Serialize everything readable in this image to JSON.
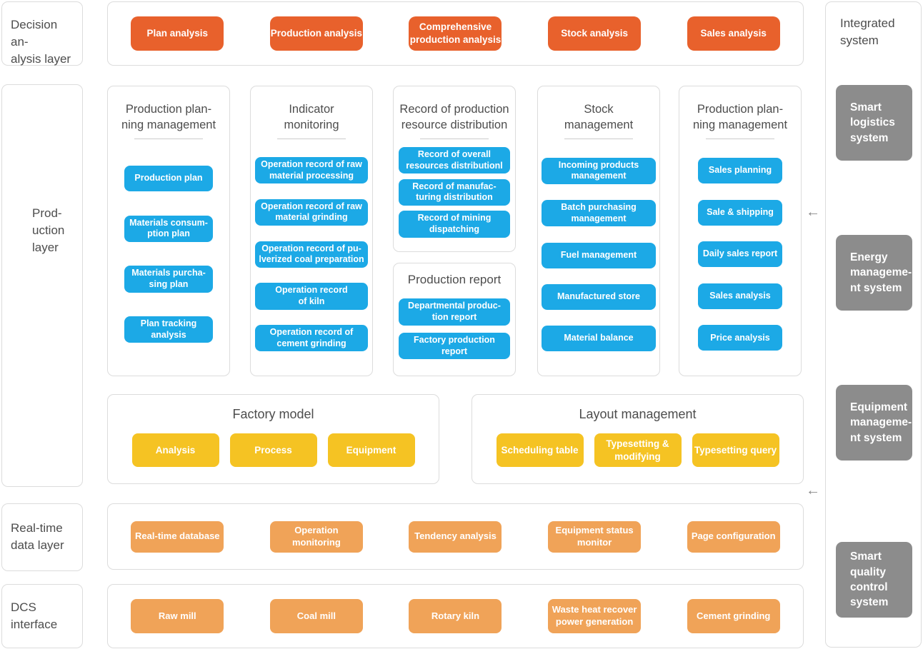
{
  "colors": {
    "decision_orange": "#E8612C",
    "production_blue": "#1CA9E6",
    "model_yellow": "#F5C323",
    "realtime_orange": "#F0A358",
    "integrated_gray": "#8C8C8C",
    "label_gray": "#4d4d4d",
    "border_gray": "#dcdcdc"
  },
  "left_layers": [
    "Decision an-\nalysis layer",
    "Prod-\nuction\nlayer",
    "Real-time\ndata layer",
    "DCS\ninterface"
  ],
  "decision_row": {
    "buttons": [
      "Plan analysis",
      "Production analysis",
      "Comprehensive\nproduction analysis",
      "Stock analysis",
      "Sales analysis"
    ]
  },
  "production_columns": [
    {
      "title": "Production plan-\nning management",
      "buttons": [
        "Production plan",
        "Materials consum-\nption plan",
        "Materials purcha-\nsing plan",
        "Plan tracking\nanalysis"
      ]
    },
    {
      "title": "Indicator\nmonitoring",
      "buttons": [
        "Operation record of raw\nmaterial processing",
        "Operation record of raw\nmaterial grinding",
        "Operation record of pu-\nlverized coal preparation",
        "Operation record\nof kiln",
        "Operation record of\ncement grinding"
      ]
    },
    {
      "title": "Record of production\nresource distribution",
      "buttons": [
        "Record of overall\nresources distributionl",
        "Record of manufac-\nturing distribution",
        "Record of mining\ndispatching"
      ]
    },
    {
      "title": "Production report",
      "buttons": [
        "Departmental produc-\ntion report",
        "Factory production\nreport"
      ]
    },
    {
      "title": "Stock\nmanagement",
      "buttons": [
        "Incoming products\nmanagement",
        "Batch purchasing\nmanagement",
        "Fuel management",
        "Manufactured store",
        "Material balance"
      ]
    },
    {
      "title": "Production plan-\nning management",
      "buttons": [
        "Sales planning",
        "Sale & shipping",
        "Daily sales report",
        "Sales analysis",
        "Price analysis"
      ]
    }
  ],
  "factory_model": {
    "title": "Factory model",
    "buttons": [
      "Analysis",
      "Process",
      "Equipment"
    ]
  },
  "layout_management": {
    "title": "Layout management",
    "buttons": [
      "Scheduling table",
      "Typesetting &\nmodifying",
      "Typesetting query"
    ]
  },
  "realtime_row": {
    "buttons": [
      "Real-time database",
      "Operation monitoring",
      "Tendency analysis",
      "Equipment status\nmonitor",
      "Page configuration"
    ]
  },
  "dcs_row": {
    "buttons": [
      "Raw mill",
      "Coal mill",
      "Rotary kiln",
      "Waste heat recover\npower generation",
      "Cement grinding"
    ]
  },
  "integrated_system": {
    "title": "Integrated\nsystem",
    "boxes": [
      "Smart\nlogistics\nsystem",
      "Energy\nmanageme-\nnt system",
      "Equipment\nmanageme-\nnt system",
      "Smart\nquality\ncontrol\nsystem"
    ]
  },
  "arrows": {
    "left_arrow": "←"
  }
}
